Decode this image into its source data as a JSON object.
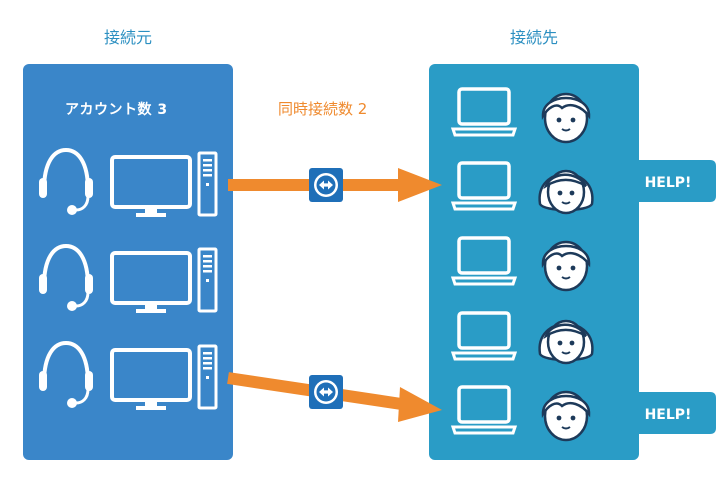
{
  "source": {
    "heading": "接続元",
    "account_label": "アカウント数 3",
    "operators": [
      {
        "id": 1,
        "connected": true
      },
      {
        "id": 2,
        "connected": false
      },
      {
        "id": 3,
        "connected": true
      }
    ]
  },
  "destination": {
    "heading": "接続先",
    "clients": [
      {
        "id": 1,
        "avatar": "male",
        "help": false
      },
      {
        "id": 2,
        "avatar": "female",
        "help": true
      },
      {
        "id": 3,
        "avatar": "male",
        "help": false
      },
      {
        "id": 4,
        "avatar": "female",
        "help": false
      },
      {
        "id": 5,
        "avatar": "male",
        "help": true
      }
    ],
    "help_label": "HELP!"
  },
  "connection": {
    "label": "同時接続数 2"
  },
  "colors": {
    "source_panel": "#3a86c9",
    "destination_panel": "#2a9cc6",
    "arrow": "#ef8a2e",
    "heading": "#2b8fc1",
    "remote_icon": "#1f6fb8"
  }
}
